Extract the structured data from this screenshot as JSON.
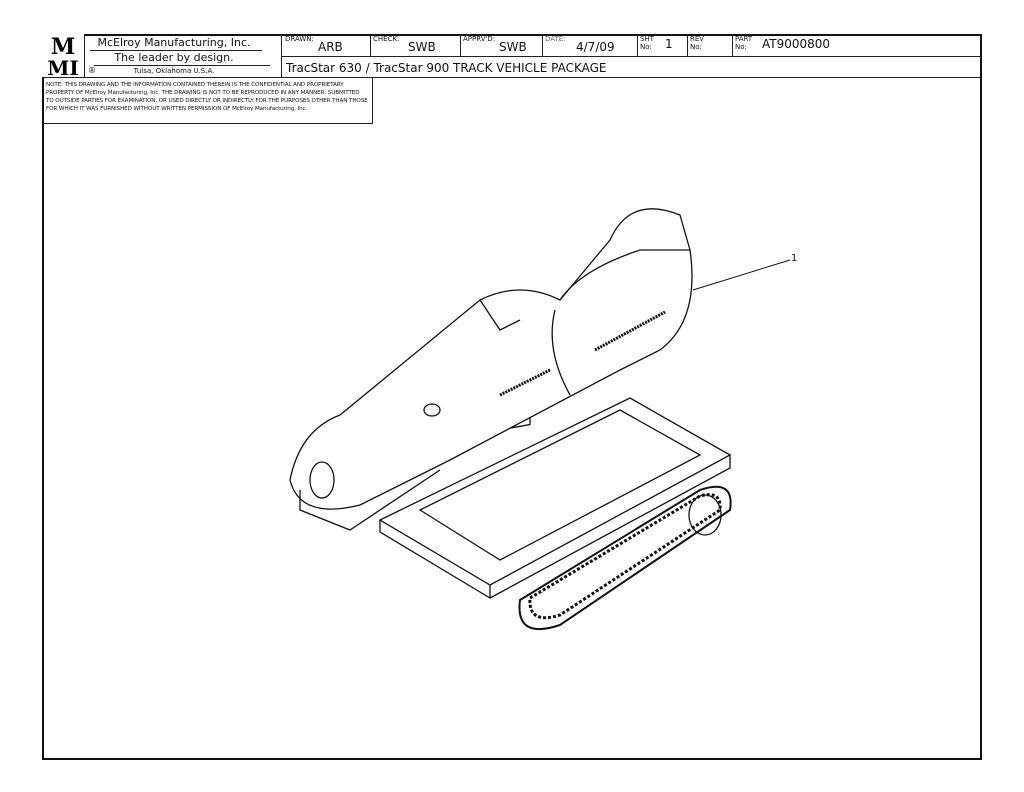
{
  "title_block": {
    "logo": "MMI",
    "company": "McElroy Manufacturing, Inc.",
    "slogan": "The leader by design.",
    "location": "Tulsa, Oklahoma U.S.A.",
    "registered_mark": "®",
    "drawn_label": "DRAWN:",
    "drawn": "ARB",
    "check_label": "CHECK:",
    "check": "SWB",
    "apprvd_label": "APPRV'D:",
    "apprvd": "SWB",
    "date_label": "DATE:",
    "date": "4/7/09",
    "sht_label": "SHT No:",
    "sht": "1",
    "rev_label": "REV No:",
    "rev": "",
    "part_label": "PART No:",
    "part": "AT9000800",
    "title": "TracStar 630 / TracStar 900 TRACK VEHICLE PACKAGE"
  },
  "note": "NOTE: THIS DRAWING AND THE INFORMATION CONTAINED THEREIN IS THE CONFIDENTIAL AND PROPRIETARY PROPERTY OF McElroy Manufacturing, Inc. THE DRAWING IS NOT TO BE REPRODUCED IN ANY MANNER, SUBMITTED TO OUTSIDE PARTIES FOR EXAMINATION, OR USED DIRECTLY OR INDIRECTLY FOR THE PURPOSES OTHER THAN THOSE FOR WHICH IT WAS FURNISHED WITHOUT WRITTEN PERMISSION OF McElroy Manufacturing, Inc.",
  "drawing": {
    "balloon": "1"
  }
}
